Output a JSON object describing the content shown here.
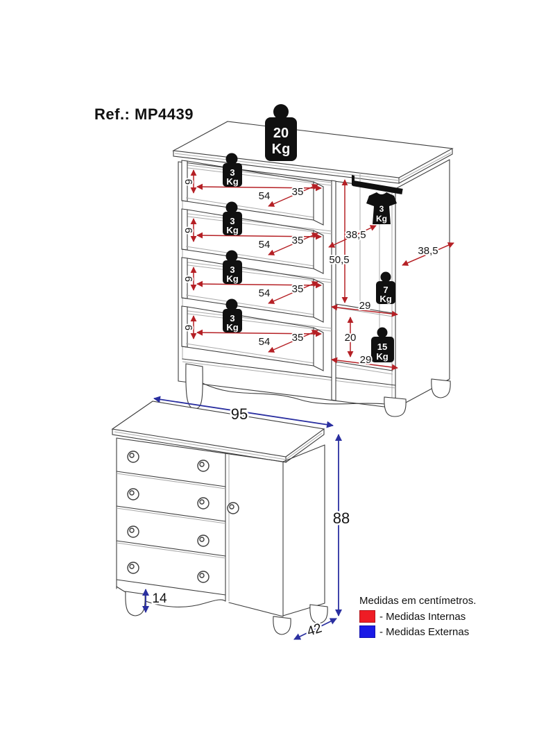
{
  "page": {
    "ref_label": "Ref.: MP4439"
  },
  "legend": {
    "title": "Medidas em centímetros.",
    "items": [
      {
        "label": "- Medidas Internas",
        "color": "#ee1c25",
        "meaning": "internal"
      },
      {
        "label": "- Medidas Externas",
        "color": "#1a1ae6",
        "meaning": "external"
      }
    ]
  },
  "exploded_view": {
    "top_load": {
      "value": "20",
      "unit": "Kg"
    },
    "drawers": [
      {
        "load": "3",
        "load_unit": "Kg",
        "height": "9",
        "width": "54",
        "depth": "35"
      },
      {
        "load": "3",
        "load_unit": "Kg",
        "height": "9",
        "width": "54",
        "depth": "35"
      },
      {
        "load": "3",
        "load_unit": "Kg",
        "height": "9",
        "width": "54",
        "depth": "35"
      },
      {
        "load": "3",
        "load_unit": "Kg",
        "height": "9",
        "width": "54",
        "depth": "35"
      }
    ],
    "right_compartment": {
      "hang_load": {
        "value": "3",
        "unit": "Kg"
      },
      "hang_depth": "38,5",
      "inner_height": "50,5",
      "shelf_load": {
        "value": "7",
        "unit": "Kg"
      },
      "shelf_width": "29",
      "base_load": {
        "value": "15",
        "unit": "Kg"
      },
      "base_height": "20",
      "base_width": "29"
    },
    "side_depth": "38,5"
  },
  "assembled_view": {
    "width": "95",
    "height": "88",
    "foot_height": "14",
    "depth": "42"
  }
}
